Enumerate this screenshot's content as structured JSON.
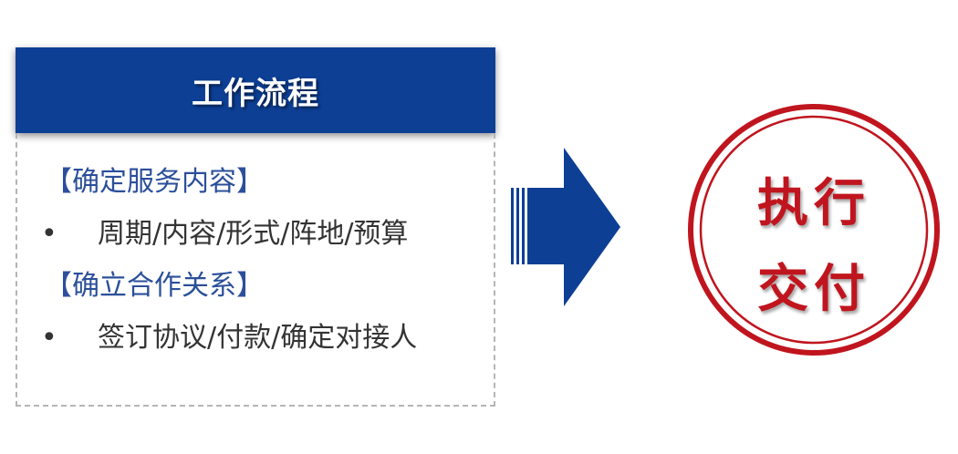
{
  "header": {
    "title": "工作流程"
  },
  "steps": [
    {
      "heading": "【确定服务内容】",
      "bullet": "•",
      "detail": "周期/内容/形式/阵地/预算"
    },
    {
      "heading": "【确立合作关系】",
      "bullet": "•",
      "detail": "签订协议/付款/确定对接人"
    }
  ],
  "seal": {
    "line1": "执行",
    "line2": "交付"
  },
  "colors": {
    "header_bg": "#0d3f95",
    "heading_text": "#2b4f9a",
    "arrow": "#0d3f95",
    "seal_red": "#c0151e"
  },
  "icons": {
    "arrow": "right-arrow-icon"
  }
}
